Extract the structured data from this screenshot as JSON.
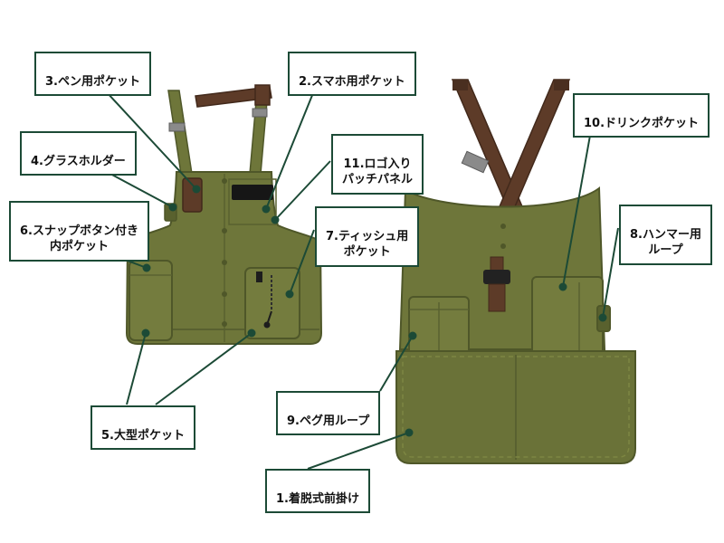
{
  "colors": {
    "accent_green": "#1c4a36",
    "vest_olive": "#6e763a",
    "vest_olive_dark": "#4f5729",
    "strap_brown": "#5d3b28",
    "background": "#ffffff",
    "patch_black": "#161616"
  },
  "labels": [
    {
      "num": "1",
      "text": "1.着脱式前掛け"
    },
    {
      "num": "2",
      "text": "2.スマホ用ポケット"
    },
    {
      "num": "3",
      "text": "3.ペン用ポケット"
    },
    {
      "num": "4",
      "text": "4.グラスホルダー"
    },
    {
      "num": "5",
      "text": "5.大型ポケット"
    },
    {
      "num": "6",
      "text": "6.スナップボタン付き\n内ポケット"
    },
    {
      "num": "7",
      "text": "7.ティッシュ用\nポケット"
    },
    {
      "num": "8",
      "text": "8.ハンマー用\nループ"
    },
    {
      "num": "9",
      "text": "9.ペグ用ループ"
    },
    {
      "num": "10",
      "text": "10.ドリンクポケット"
    },
    {
      "num": "11",
      "text": "11.ロゴ入り\nパッチパネル"
    }
  ]
}
